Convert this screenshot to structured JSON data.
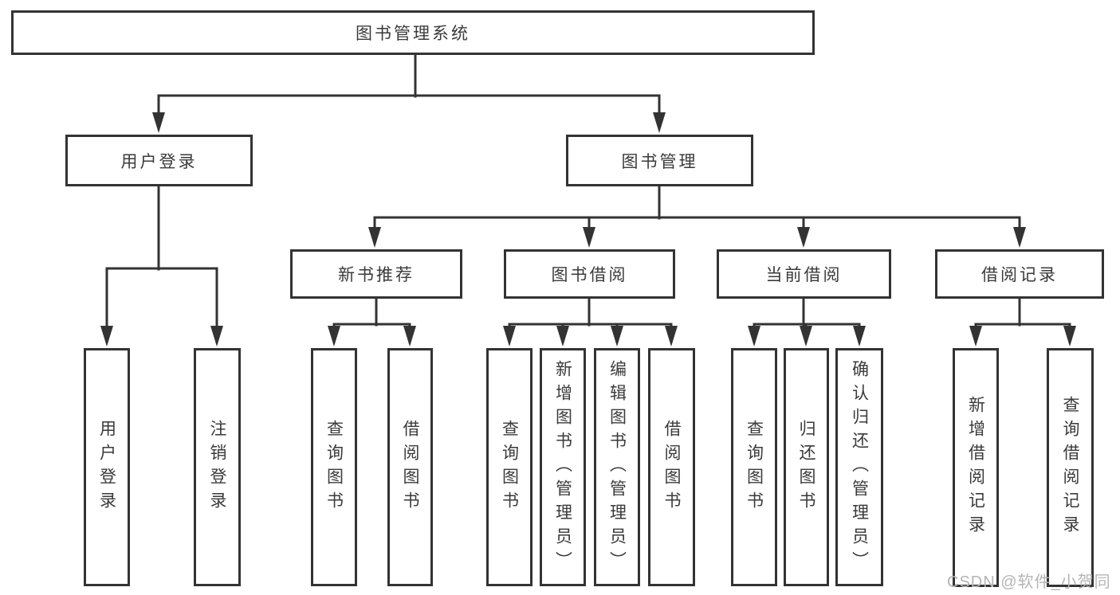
{
  "diagram_title": "图书管理系统",
  "nodes": {
    "root": "图书管理系统",
    "user_login": "用户登录",
    "book_management": "图书管理",
    "new_book_recommend": "新书推荐",
    "book_borrowing": "图书借阅",
    "current_borrowing": "当前借阅",
    "borrowing_records": "借阅记录"
  },
  "leaves": {
    "user_login": [
      "用户登录",
      "注销登录"
    ],
    "new_book_recommend": [
      "查询图书",
      "借阅图书"
    ],
    "book_borrowing": [
      "查询图书",
      "新增图书（管理员）",
      "编辑图书（管理员）",
      "借阅图书"
    ],
    "current_borrowing": [
      "查询图书",
      "归还图书",
      "确认归还（管理员）"
    ],
    "borrowing_records": [
      "新增借阅记录",
      "查询借阅记录"
    ]
  },
  "watermark": "CSDN @软件_小贺同学",
  "colors": {
    "line": "#333333",
    "text": "#3a3a3a",
    "background": "#ffffff",
    "watermark": "#b5b5b5"
  }
}
